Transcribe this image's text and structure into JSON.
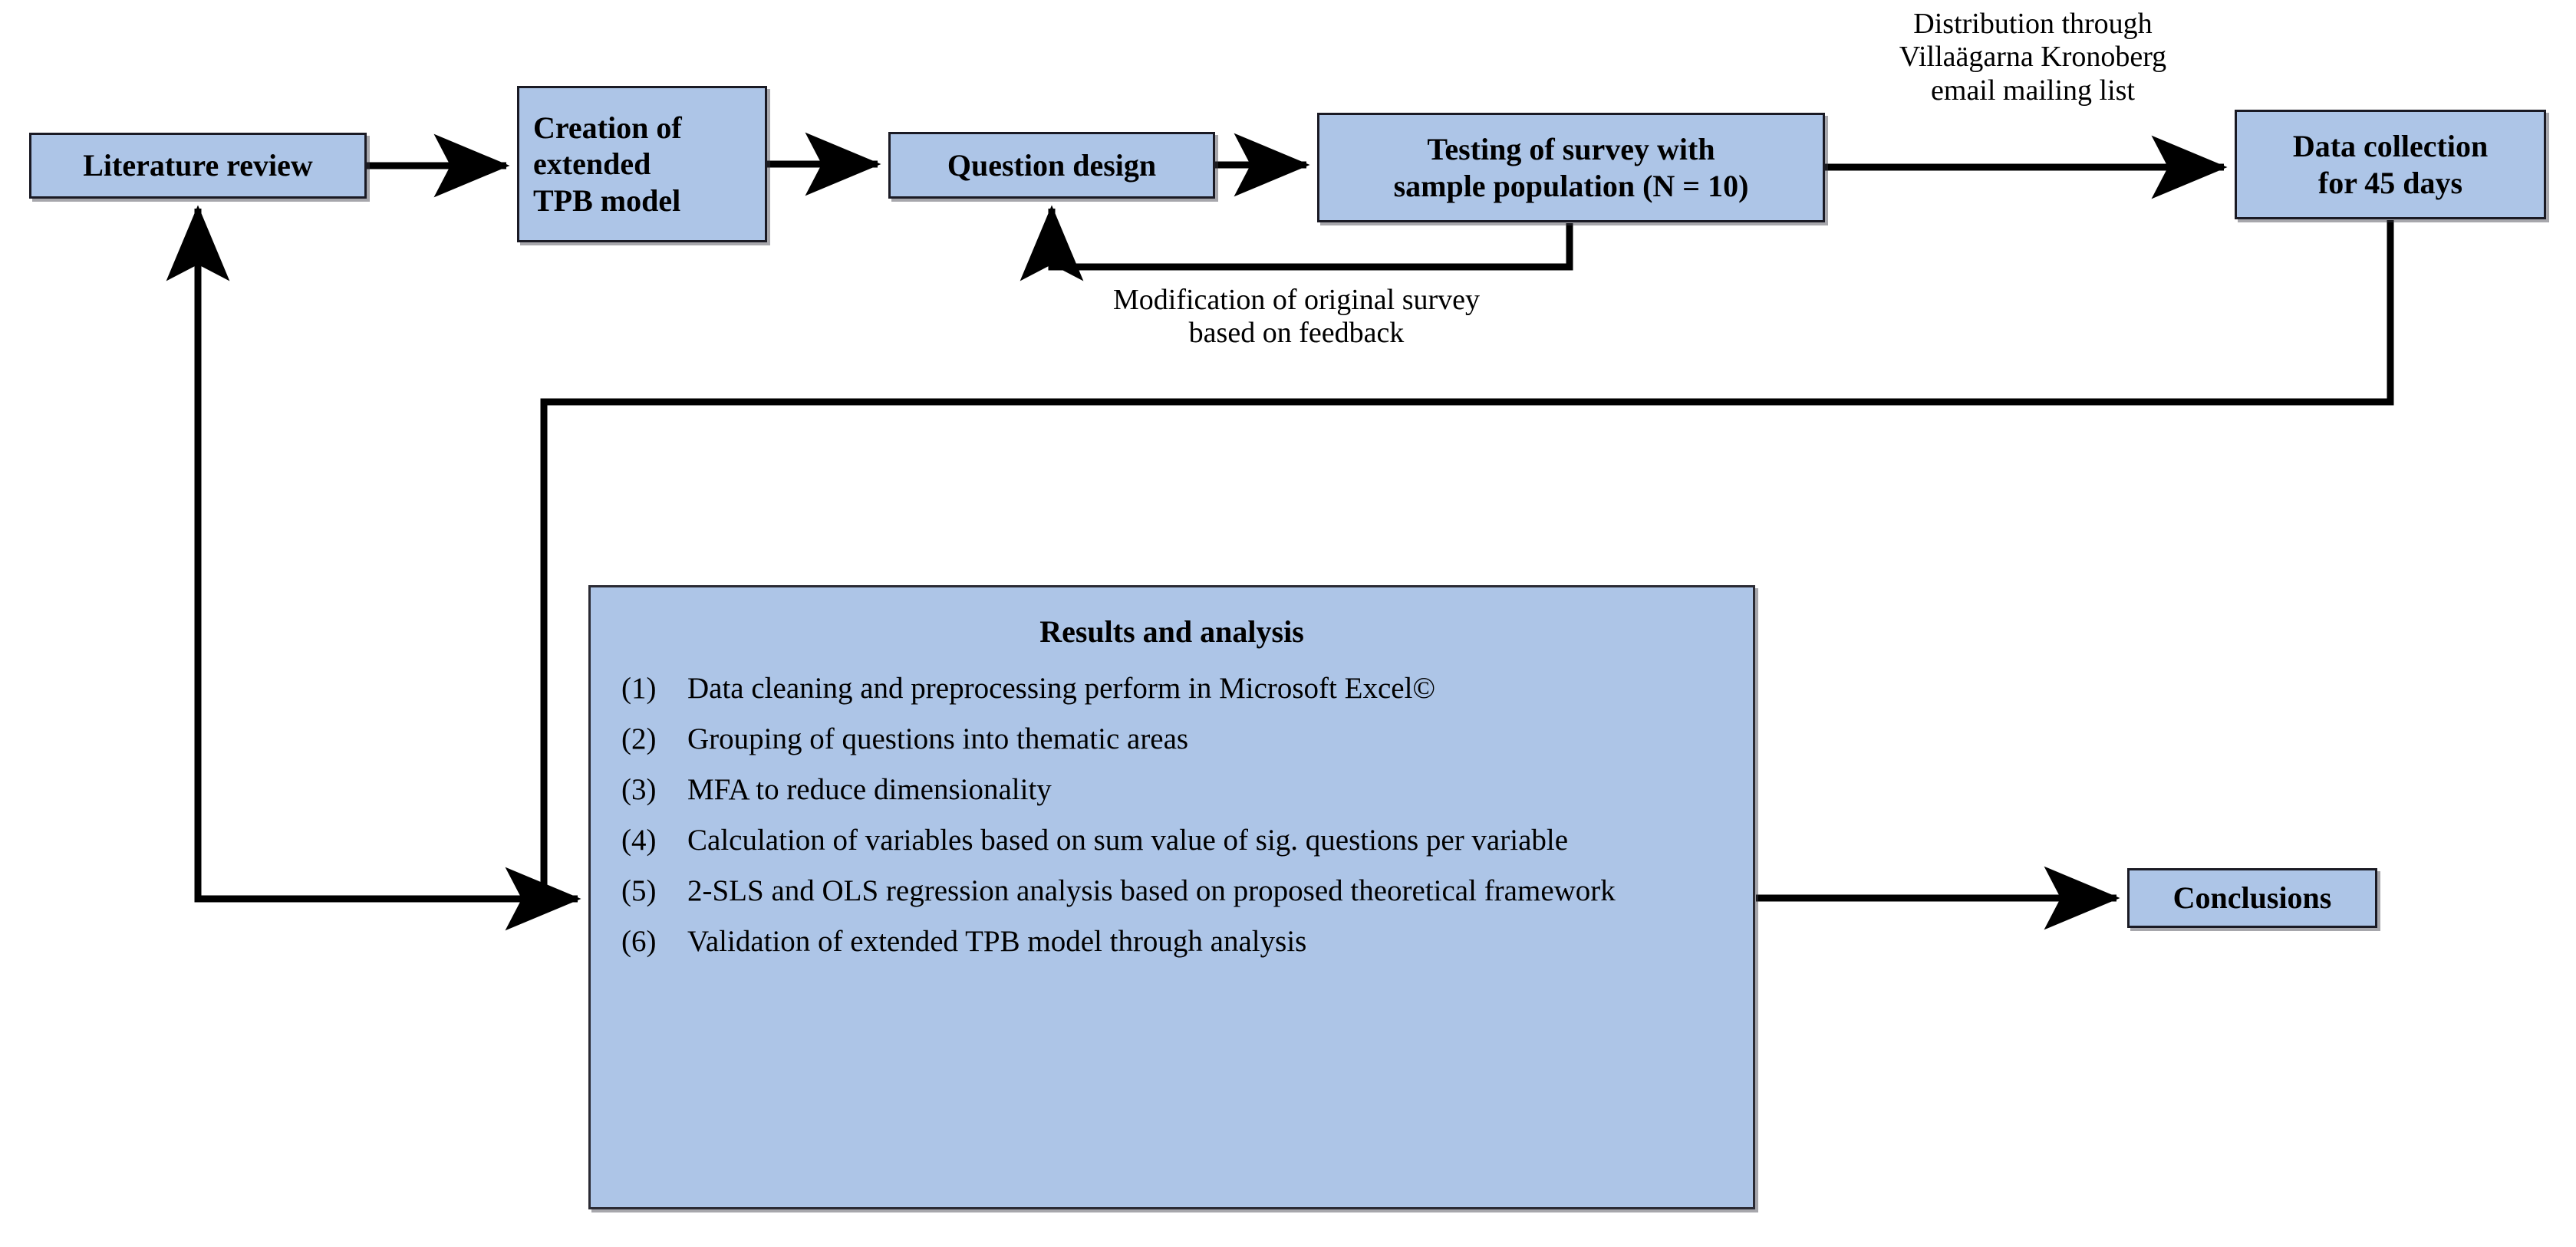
{
  "diagram": {
    "title": "Research methodology flowchart",
    "colors": {
      "node_fill": "#adc5e7",
      "node_border": "#1a1a24",
      "edge": "#000000",
      "background": "#ffffff"
    },
    "nodes": {
      "literature_review": "Literature review",
      "tpb_model": "Creation of\nextended\nTPB model",
      "question_design": "Question design",
      "testing": "Testing of survey with\nsample population (N = 10)",
      "data_collection": "Data collection\nfor 45 days",
      "conclusions": "Conclusions"
    },
    "edge_labels": {
      "distribution": "Distribution through\nVillaägarna Kronoberg\nemail mailing list",
      "modification": "Modification of original survey\nbased on feedback"
    },
    "results": {
      "title": "Results and analysis",
      "items": [
        {
          "num": "(1)",
          "text": "Data cleaning and preprocessing perform in Microsoft Excel©"
        },
        {
          "num": "(2)",
          "text": "Grouping of questions into thematic areas"
        },
        {
          "num": "(3)",
          "text": "MFA to reduce dimensionality"
        },
        {
          "num": "(4)",
          "text": "Calculation of variables based on sum value of sig. questions per variable"
        },
        {
          "num": "(5)",
          "text": "2-SLS and OLS regression analysis based on proposed theoretical framework"
        },
        {
          "num": "(6)",
          "text": "Validation of extended TPB model through analysis"
        }
      ]
    }
  }
}
